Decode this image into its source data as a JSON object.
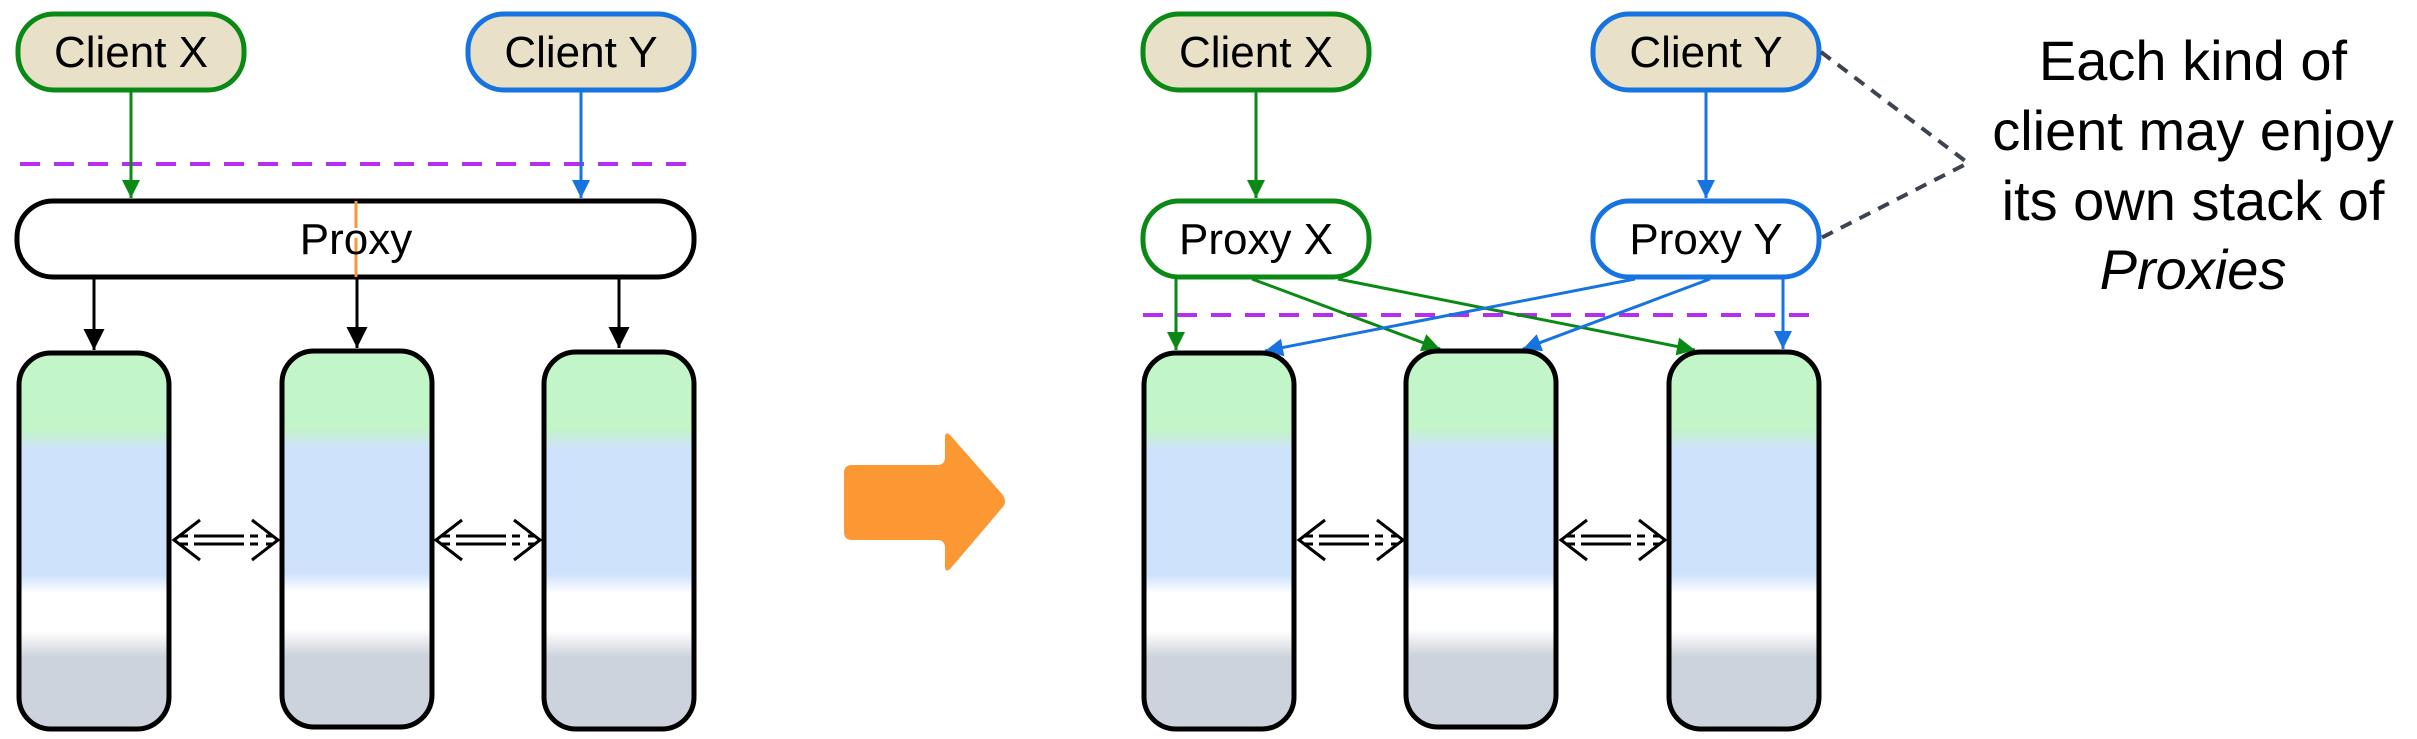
{
  "colors": {
    "client_x": "#0a8a14",
    "client_y": "#1673e0",
    "client_fill": "#e8e1c8",
    "boundary": "#b62ef0",
    "transition_arrow": "#fb9834",
    "orange_divider": "#fb9834",
    "callout_line": "#3d4350",
    "node_green": "#c2f5c7",
    "node_blue": "#cfe2fc",
    "node_white": "#ffffff",
    "node_gray": "#cdd3dc"
  },
  "before": {
    "clients": [
      {
        "label": "Client X",
        "kind": "x"
      },
      {
        "label": "Client Y",
        "kind": "y"
      }
    ],
    "proxy": {
      "label": "Proxy"
    },
    "nodes": [
      {
        "id": "node-1"
      },
      {
        "id": "node-2"
      },
      {
        "id": "node-3"
      }
    ]
  },
  "after": {
    "clients": [
      {
        "label": "Client X",
        "kind": "x"
      },
      {
        "label": "Client Y",
        "kind": "y"
      }
    ],
    "proxies": [
      {
        "label": "Proxy X",
        "kind": "x"
      },
      {
        "label": "Proxy Y",
        "kind": "y"
      }
    ],
    "nodes": [
      {
        "id": "node-1"
      },
      {
        "id": "node-2"
      },
      {
        "id": "node-3"
      }
    ]
  },
  "callout": {
    "lines": [
      "Each kind of",
      "client may enjoy",
      "its own stack of"
    ],
    "emphasis": "Proxies"
  }
}
